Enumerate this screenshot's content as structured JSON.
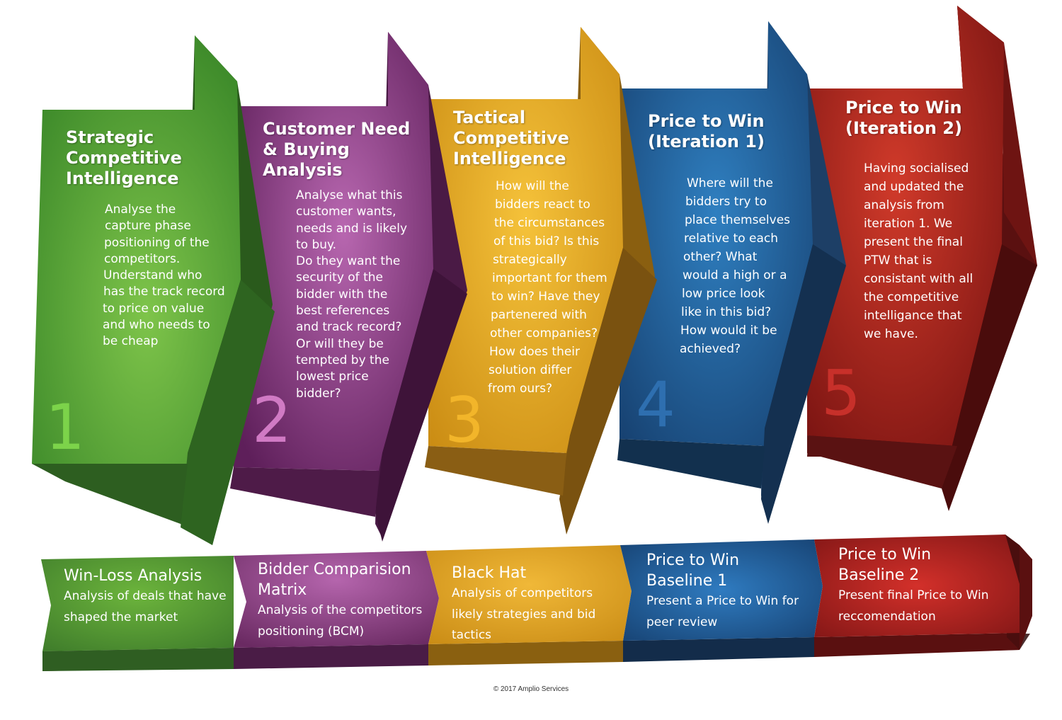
{
  "stages": [
    {
      "number": "1",
      "title": [
        "Strategic",
        "Competitive",
        "Intelligence"
      ],
      "description": [
        "Analyse the",
        "capture phase",
        "positioning of the",
        "competitors.",
        "Understand who",
        "has the track record",
        "to price on value",
        "and who needs to",
        "be cheap"
      ],
      "color": "#4e9a33",
      "number_color": "#7cd34a"
    },
    {
      "number": "2",
      "title": [
        "Customer Need",
        "& Buying",
        "Analysis"
      ],
      "description": [
        "Analyse what this",
        "customer wants,",
        "needs and is likely",
        "to buy.",
        "Do they want the",
        "security of the",
        "bidder with the",
        "best references",
        "and track record?",
        "Or will they be",
        "tempted by the",
        "lowest price",
        "bidder?"
      ],
      "color": "#8a3a80",
      "number_color": "#d07ac4"
    },
    {
      "number": "3",
      "title": [
        "Tactical",
        "Competitive",
        "Intelligence"
      ],
      "description": [
        "How will the",
        "bidders react to",
        "the circumstances",
        "of this bid? Is this",
        "strategically",
        "important for them",
        "to win? Have they",
        "partenered with",
        "other companies?",
        "How does their",
        "solution differ",
        "from ours?"
      ],
      "color": "#e0a020",
      "number_color": "#f2b52a"
    },
    {
      "number": "4",
      "title": [
        "Price to Win",
        "(Iteration 1)"
      ],
      "description": [
        "Where will the",
        "bidders try to",
        "place themselves",
        "relative to each",
        "other? What",
        "would a high or a",
        "low price look",
        "like in this bid?",
        "How would it be",
        "achieved?"
      ],
      "color": "#1f5d94",
      "number_color": "#2e6fb0"
    },
    {
      "number": "5",
      "title": [
        "Price to Win",
        "(Iteration 2)"
      ],
      "description": [
        "Having socialised",
        "and updated the",
        "analysis from",
        "iteration 1. We",
        "present the final",
        "PTW that is",
        "consistant with all",
        "the competitive",
        "intelligance that",
        "we have."
      ],
      "color": "#a8241f",
      "number_color": "#c7302a"
    }
  ],
  "outputs": [
    {
      "title": [
        "Win-Loss Analysis"
      ],
      "description": [
        "Analysis of deals that have",
        "shaped the market"
      ]
    },
    {
      "title": [
        "Bidder Comparision",
        "Matrix"
      ],
      "description": [
        "Analysis of the competitors",
        "positioning (BCM)"
      ]
    },
    {
      "title": [
        "Black Hat"
      ],
      "description": [
        "Analysis of competitors",
        "likely strategies and bid",
        "tactics"
      ]
    },
    {
      "title": [
        "Price to Win",
        "Baseline 1"
      ],
      "description": [
        "Present a Price to Win for",
        "peer review"
      ]
    },
    {
      "title": [
        "Price to Win",
        "Baseline 2"
      ],
      "description": [
        "Present final Price to Win",
        "reccomendation"
      ]
    }
  ],
  "copyright": "© 2017 Amplio Services"
}
